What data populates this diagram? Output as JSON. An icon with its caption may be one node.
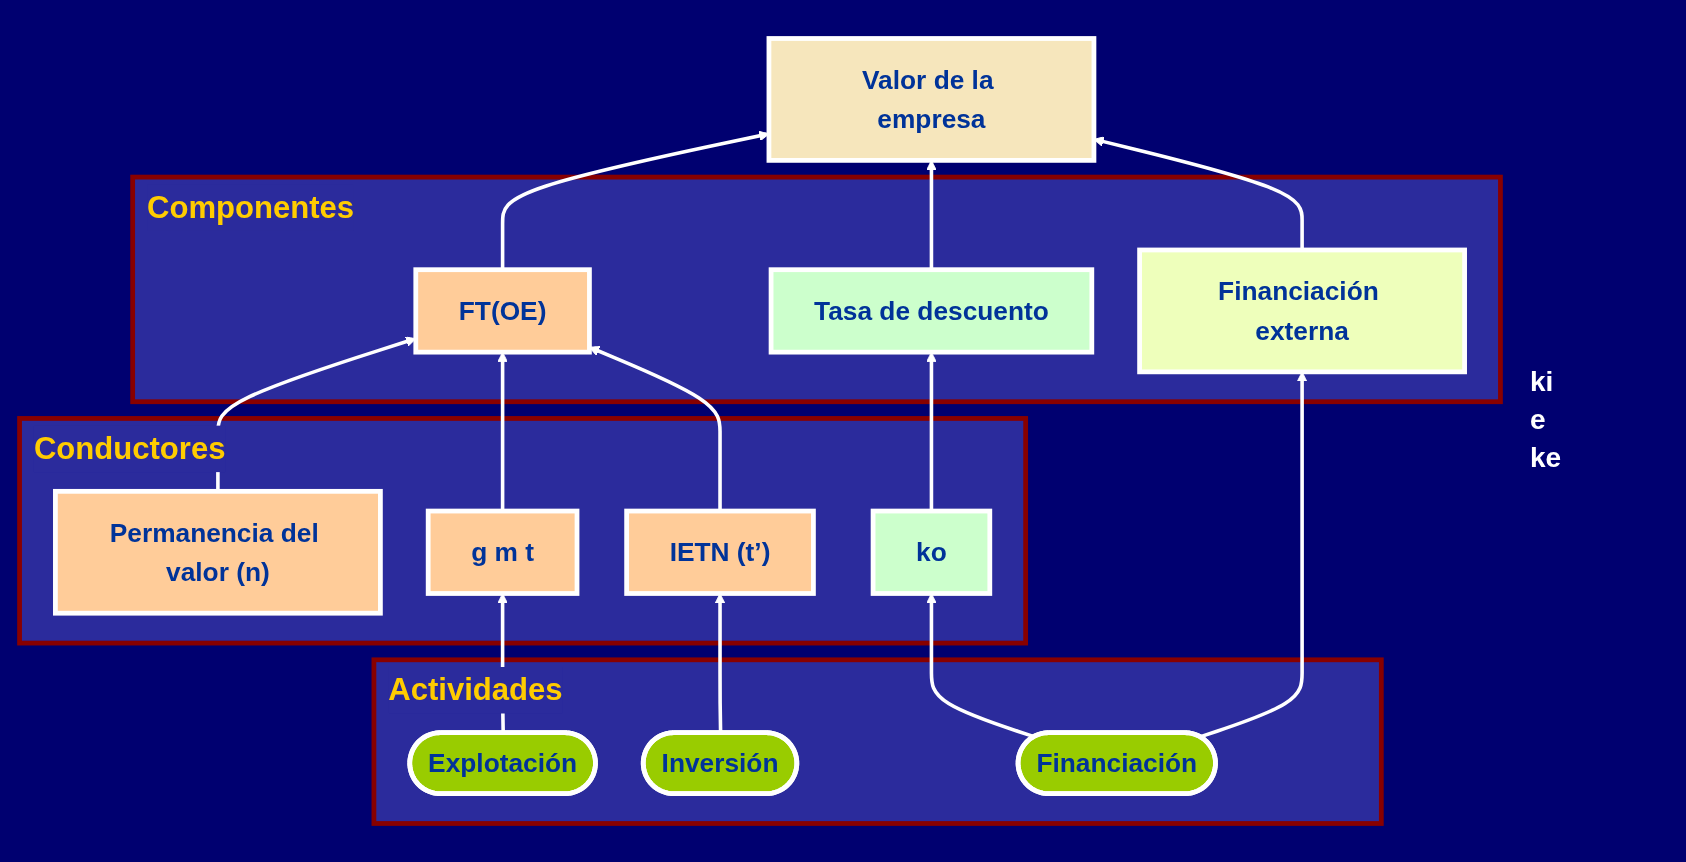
{
  "diagram": {
    "nodes": [
      {
        "text": [
          "Valor de la empresa"
        ]
      },
      {
        "text": [
          "Componentes"
        ]
      },
      {
        "text": [
          "FT(OE)"
        ],
        "in": 1
      },
      {
        "text": [
          "Tasa de descuento"
        ],
        "in": 1
      },
      {
        "text": [
          "Financiación externa"
        ],
        "in": 1
      },
      {
        "text": [
          "Conductores"
        ]
      },
      {
        "text": [
          "Permanencia del valor (n)"
        ],
        "in": 5
      },
      {
        "text": [
          "g m t"
        ],
        "in": 5
      },
      {
        "text": [
          "IETN (t’)"
        ],
        "in": 5
      },
      {
        "text": [
          "ko"
        ],
        "in": 5
      },
      {
        "text": [
          "Actividades"
        ]
      },
      {
        "text": [
          "Explotación"
        ],
        "in": 10
      },
      {
        "text": [
          "Inversión"
        ],
        "in": 10
      },
      {
        "text": [
          "Financiación"
        ],
        "in": 10
      }
    ],
    "edges": [
      {
        "from": 2,
        "to": 0,
        "arrow": "to"
      },
      {
        "from": 3,
        "to": 0,
        "arrow": "to"
      },
      {
        "from": 4,
        "to": 0,
        "arrow": "to"
      },
      {
        "from": 6,
        "to": 2,
        "arrow": "to"
      },
      {
        "from": 7,
        "to": 2,
        "arrow": "to"
      },
      {
        "from": 8,
        "to": 2,
        "arrow": "to"
      },
      {
        "from": 9,
        "to": 3,
        "arrow": "to"
      },
      {
        "from": 11,
        "to": 7,
        "arrow": "to"
      },
      {
        "from": 12,
        "to": 8,
        "arrow": "to"
      },
      {
        "from": 13,
        "to": 9,
        "arrow": "to"
      },
      {
        "from": 13,
        "to": 4,
        "arrow": "to"
      }
    ],
    "labels": [
      "ki",
      "e",
      "ke"
    ]
  }
}
